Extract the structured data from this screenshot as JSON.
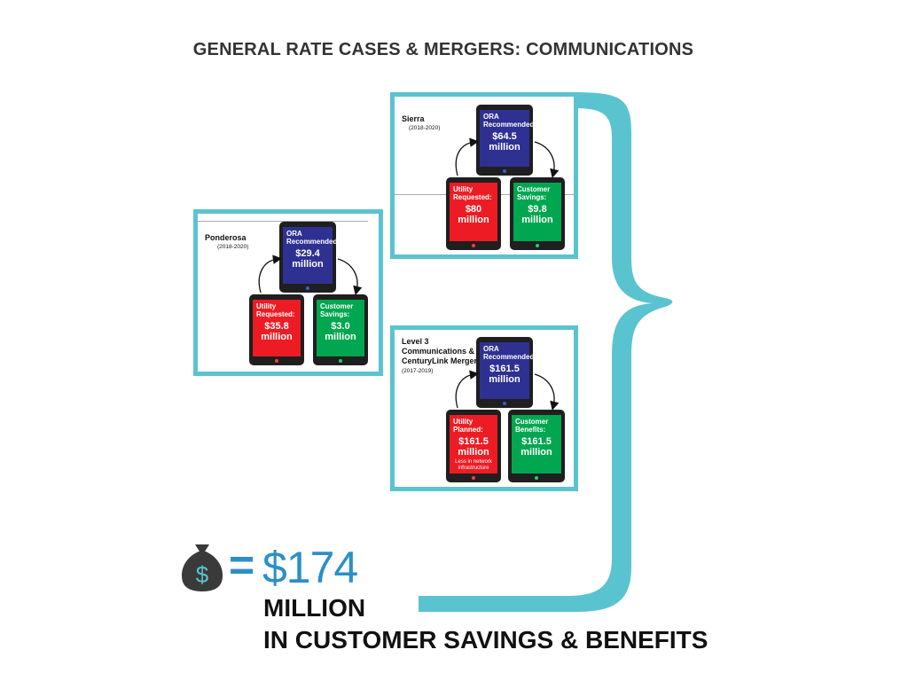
{
  "title": "GENERAL RATE CASES & MERGERS: COMMUNICATIONS",
  "colors": {
    "accent": "#5ac3d0",
    "ora_blue": "#2e3192",
    "utility_red": "#ed1c24",
    "customer_green": "#00a650",
    "total_blue": "#2b8fc7"
  },
  "cases": {
    "sierra": {
      "name": "Sierra",
      "years": "(2018-2020)",
      "ora": {
        "label_1": "ORA",
        "label_2": "Recommended:",
        "value_1": "$64.5",
        "value_2": "million"
      },
      "utility": {
        "label_1": "Utility",
        "label_2": "Requested:",
        "value_1": "$80",
        "value_2": "million"
      },
      "customer": {
        "label_1": "Customer",
        "label_2": "Savings:",
        "value_1": "$9.8",
        "value_2": "million"
      }
    },
    "ponderosa": {
      "name": "Ponderosa",
      "years": "(2018-2020)",
      "ora": {
        "label_1": "ORA",
        "label_2": "Recommended:",
        "value_1": "$29.4",
        "value_2": "million"
      },
      "utility": {
        "label_1": "Utility",
        "label_2": "Requested:",
        "value_1": "$35.8",
        "value_2": "million"
      },
      "customer": {
        "label_1": "Customer",
        "label_2": "Savings:",
        "value_1": "$3.0",
        "value_2": "million"
      }
    },
    "level3": {
      "name_1": "Level 3",
      "name_2": "Communications &",
      "name_3": "CenturyLink Merger",
      "years": "(2017-2019)",
      "ora": {
        "label_1": "ORA",
        "label_2": "Recommended:",
        "value_1": "$161.5",
        "value_2": "million"
      },
      "utility": {
        "label_1": "Utility",
        "label_2": "Planned:",
        "value_1": "$161.5",
        "value_2": "million",
        "note_1": "Less in network",
        "note_2": "infrastructure"
      },
      "customer": {
        "label_1": "Customer",
        "label_2": "Benefits:",
        "value_1": "$161.5",
        "value_2": "million"
      }
    }
  },
  "total": {
    "icon": "money-bag-icon",
    "equals": "=",
    "amount": "$174",
    "line_1": "MILLION",
    "line_2": "IN CUSTOMER SAVINGS & BENEFITS"
  }
}
